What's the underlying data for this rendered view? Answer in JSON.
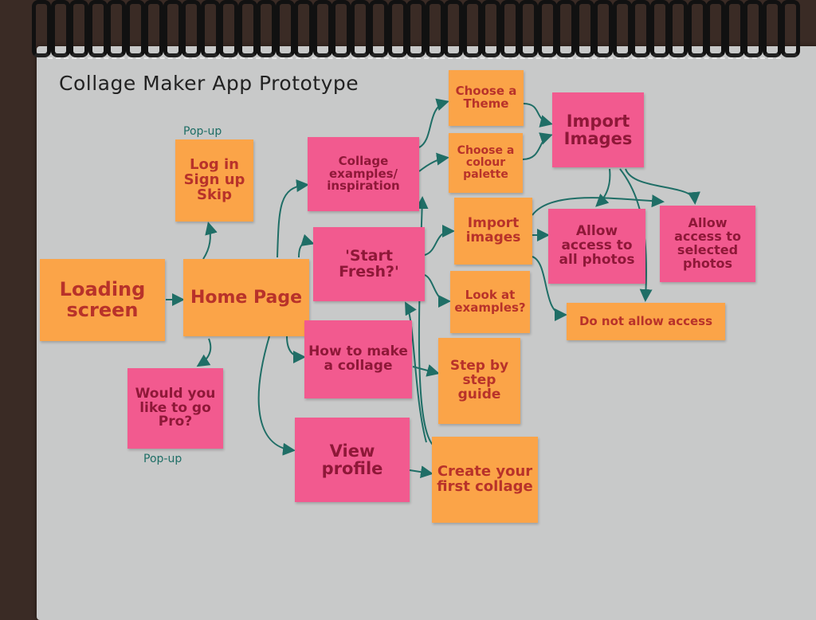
{
  "title": "Collage Maker App Prototype",
  "popup_label": "Pop-up",
  "notes": {
    "loading": "Loading screen",
    "home": "Home Page",
    "login": "Log in Sign up Skip",
    "pro": "Would you like to go Pro?",
    "examples": "Collage examples/ inspiration",
    "start": "'Start Fresh?'",
    "howto": "How to make a collage",
    "profile": "View profile",
    "theme": "Choose a Theme",
    "palette": "Choose a colour palette",
    "import_main": "Import Images",
    "import_sub": "Import images",
    "look": "Look at examples?",
    "step": "Step by step guide",
    "create": "Create your first collage",
    "all": "Allow access to all photos",
    "selected": "Allow access to selected photos",
    "deny": "Do not allow access"
  },
  "colors": {
    "orange": "#fba448",
    "pink": "#f25a8f",
    "ink": "#1f6e66"
  }
}
